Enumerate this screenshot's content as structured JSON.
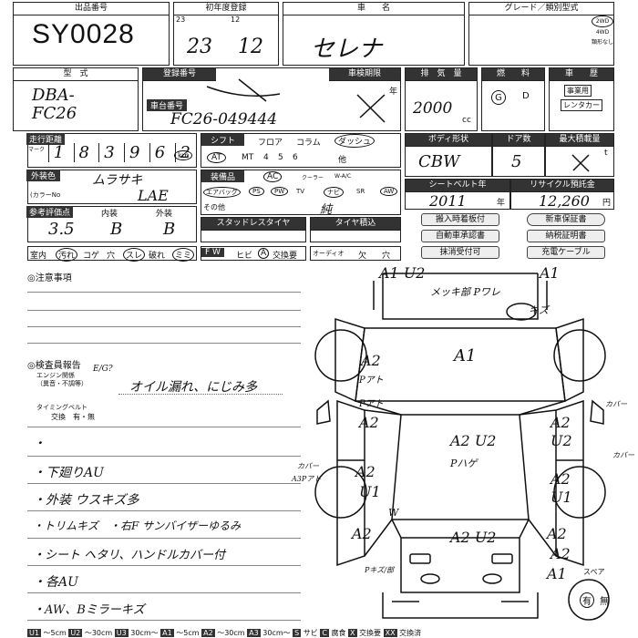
{
  "lot": {
    "label": "出品番号",
    "value": "SY0028"
  },
  "first_reg": {
    "label": "初年度登録",
    "year": "23",
    "month": "12",
    "hw_year": "23",
    "hw_month": "12"
  },
  "car_name": {
    "label": "車　　名",
    "value": "セレナ"
  },
  "grade": {
    "label": "グレード／類別型式",
    "drive_options": [
      "2WD",
      "4WD",
      "類形なし"
    ]
  },
  "model": {
    "label": "型　式",
    "value": "DBA-FC26"
  },
  "reg_no": {
    "label": "登録番号"
  },
  "chassis": {
    "label": "車台番号",
    "value": "FC26-049444"
  },
  "inspection": {
    "label": "車検期限",
    "unit": "年"
  },
  "displacement": {
    "label": "排　気　量",
    "value": "2000",
    "unit": "cc"
  },
  "fuel": {
    "label": "燃　　料",
    "options": [
      "G",
      "D"
    ]
  },
  "history": {
    "label": "車　　歴",
    "options": [
      "事業用",
      "レンタカー"
    ]
  },
  "mileage": {
    "label": "走行距離",
    "digits": [
      "1",
      "8",
      "3",
      "9",
      "6",
      "2"
    ],
    "unit": "km",
    "marker": "マーク"
  },
  "shift": {
    "label": "シフト",
    "options": [
      "フロア",
      "コラム",
      "ダッシュ",
      "AT",
      "MT",
      "4",
      "5",
      "6",
      "他"
    ]
  },
  "body": {
    "label": "ボディ形状",
    "value": "CBW"
  },
  "doors": {
    "label": "ドア数",
    "value": "5"
  },
  "capacity": {
    "label": "最大積載量",
    "unit": "t"
  },
  "exterior": {
    "label": "外装色",
    "value": "ムラサキ",
    "code_label": "(カラーNo",
    "code": "LAE"
  },
  "equipment": {
    "label": "装備品",
    "items": [
      "AC",
      "クーラー",
      "W-A/C",
      "エアバッグ",
      "PS",
      "PW",
      "TV",
      "ナビ",
      "SR",
      "AW"
    ],
    "other_label": "その他",
    "other_value": "純"
  },
  "seatbelt": {
    "label": "シートベルト年",
    "value": "2011",
    "unit": "年"
  },
  "recycle": {
    "label": "リサイクル預託金",
    "value": "12,260",
    "unit": "円"
  },
  "grades": {
    "ref_label": "参考評価点",
    "ref_value": "3.5",
    "interior_label": "内装",
    "interior_value": "B",
    "exterior_label": "外装",
    "exterior_value": "B"
  },
  "studless": {
    "label": "スタッドレスタイヤ"
  },
  "tire": {
    "label": "タイヤ積込"
  },
  "docs": [
    "搬入時着板付",
    "新車保証書",
    "自動車承認書",
    "納税証明書",
    "抹消受付可",
    "充電ケーブル"
  ],
  "interior_row": {
    "label": "室内",
    "items": [
      "汚れ",
      "コゲ",
      "穴",
      "スレ",
      "破れ",
      "ミミ"
    ]
  },
  "fw_row": {
    "label": "F W",
    "items": [
      "ヒビ",
      "A",
      "交換要"
    ]
  },
  "audio_row": {
    "label": "オーディオ",
    "items": [
      "欠",
      "穴"
    ]
  },
  "notes": {
    "label": "◎注意事項"
  },
  "inspector": {
    "label": "◎検査員報告",
    "engine_label": "エンジン関係\n（異音・不調等）",
    "engine_mark": "E/G?",
    "engine_value": "オイル漏れ、にじみ多",
    "timing_label": "タイミングベルト",
    "timing_opts": "交換　有・無",
    "lines": [
      "・",
      "・下廻りAU",
      "・外装 ウスキズ多",
      "・トリムキズ　・右F サンバイザーゆるみ",
      "・シート ヘタリ、ハンドルカバー付",
      "・各AU",
      "・AW、Bミラーキズ"
    ]
  },
  "diagram": {
    "marks": [
      "A1 U2",
      "A1",
      "メッキ部 Pワレ",
      "キズ",
      "A1",
      "A2",
      "Pアト",
      "Pアト",
      "A2",
      "A2 U2",
      "Pハゲ",
      "A2",
      "U2",
      "カバー",
      "A2",
      "U1",
      "カバー",
      "A2",
      "U1",
      "カバー",
      "A3Pアト",
      "W",
      "A2",
      "A2 U2",
      "A2",
      "A2",
      "Pキズ/部",
      "A1"
    ],
    "spare_label": "スペア",
    "spare_value": "有",
    "spare_alt": "無"
  },
  "legend": [
    "U1",
    "～5cm",
    "U2",
    "～30cm",
    "U3",
    "30cm～",
    "A1",
    "～5cm",
    "A2",
    "～30cm",
    "A3",
    "30cm～",
    "S",
    "サビ",
    "C",
    "腐食",
    "X",
    "交換要",
    "XX",
    "交換済"
  ]
}
